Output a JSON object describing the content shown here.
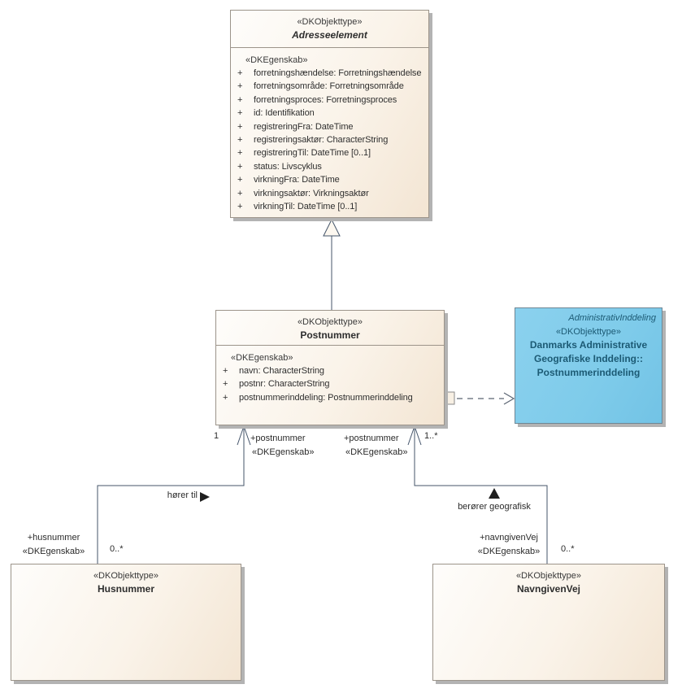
{
  "diagram": {
    "classes": {
      "adresseelement": {
        "stereotype": "«DKObjekttype»",
        "name": "Adresseelement",
        "attr_header": "«DKEgenskab»",
        "attributes": [
          {
            "vis": "+",
            "text": "forretningshændelse: Forretningshændelse"
          },
          {
            "vis": "+",
            "text": "forretningsområde: Forretningsområde"
          },
          {
            "vis": "+",
            "text": "forretningsproces: Forretningsproces"
          },
          {
            "vis": "+",
            "text": "id: Identifikation"
          },
          {
            "vis": "+",
            "text": "registreringFra: DateTime"
          },
          {
            "vis": "+",
            "text": "registreringsaktør: CharacterString"
          },
          {
            "vis": "+",
            "text": "registreringTil: DateTime [0..1]"
          },
          {
            "vis": "+",
            "text": "status: Livscyklus"
          },
          {
            "vis": "+",
            "text": "virkningFra: DateTime"
          },
          {
            "vis": "+",
            "text": "virkningsaktør: Virkningsaktør"
          },
          {
            "vis": "+",
            "text": "virkningTil: DateTime [0..1]"
          }
        ]
      },
      "postnummer": {
        "stereotype": "«DKObjekttype»",
        "name": "Postnummer",
        "attr_header": "«DKEgenskab»",
        "attributes": [
          {
            "vis": "+",
            "text": "navn: CharacterString"
          },
          {
            "vis": "+",
            "text": "postnr: CharacterString"
          },
          {
            "vis": "+",
            "text": "postnummerinddeling: Postnummerinddeling"
          }
        ]
      },
      "husnummer": {
        "stereotype": "«DKObjekttype»",
        "name": "Husnummer"
      },
      "navngivenvej": {
        "stereotype": "«DKObjekttype»",
        "name": "NavngivenVej"
      },
      "postnummerinddeling": {
        "package": "AdministrativInddeling",
        "stereotype": "«DKObjekttype»",
        "name_lines": [
          "Danmarks Administrative",
          "Geografiske Inddeling::",
          "Postnummerinddeling"
        ]
      }
    },
    "labels": {
      "left_assoc": {
        "mult_source": "1",
        "role": "+postnummer",
        "role_stereotype": "«DKEgenskab»",
        "name": "hører til",
        "target_role": "+husnummer",
        "target_stereotype": "«DKEgenskab»",
        "target_mult": "0..*"
      },
      "right_assoc": {
        "role": "+postnummer",
        "mult_source": "1..*",
        "role_stereotype": "«DKEgenskab»",
        "name": "berører geografisk",
        "target_role": "+navngivenVej",
        "target_stereotype": "«DKEgenskab»",
        "target_mult": "0..*"
      }
    },
    "colors": {
      "box_fill": "#f8ecdd",
      "box_border": "#9c948a",
      "blue_fill": "#7ecbea",
      "blue_text": "#1c5a74",
      "connector": "#44546a",
      "shadow": "#b3b3b3"
    }
  }
}
